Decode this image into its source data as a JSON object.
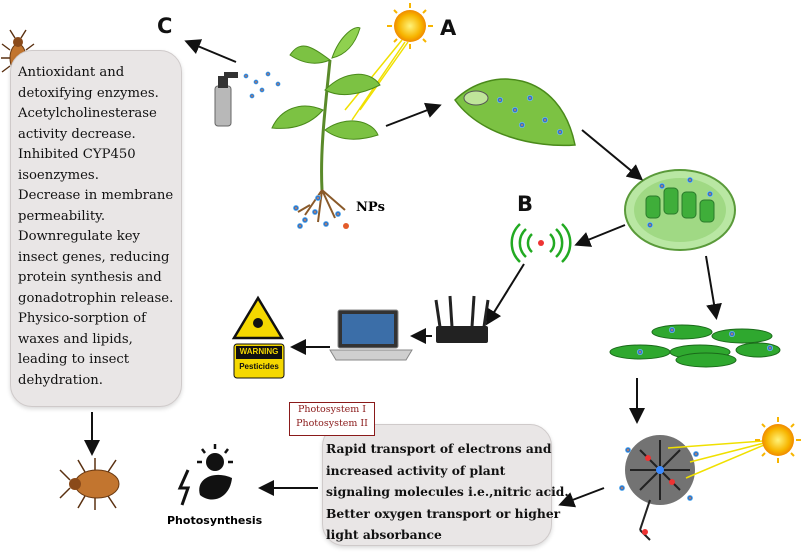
{
  "labels": {
    "a": "A",
    "b": "B",
    "c": "C",
    "nps": "NPs",
    "photosynthesis": "Photosynthesis"
  },
  "left_panel_lines": [
    "Antioxidant and",
    "detoxifying enzymes.",
    "Acetylcholinesterase",
    "activity decrease.",
    "Inhibited CYP450",
    " isoenzymes.",
    "Decrease in membrane",
    "permeability.",
    "Downregulate key",
    " insect  genes, reducing",
    "protein synthesis and",
    "gonadotrophin release.",
    "Physico-sorption of",
    "waxes and lipids,",
    "leading to insect",
    "dehydration."
  ],
  "bottom_panel_lines": [
    "Rapid transport of electrons and",
    "increased activity of plant",
    "signaling molecules i.e.,nitric acid.",
    "Better oxygen transport or higher",
    "light absorbance"
  ],
  "photosystems": [
    "Photosystem I",
    "Photosystem II"
  ],
  "warning_sign": {
    "title": "WARNING",
    "subtitle": "Pesticides"
  },
  "icons": [
    "insect-icon",
    "sun-icon",
    "spray-bottle-icon",
    "plant-icon",
    "leaf-icon",
    "chloroplast-icon",
    "wifi-signal-icon",
    "router-icon",
    "laptop-icon",
    "warning-sign-icon",
    "thylakoid-icon",
    "chlorophyll-molecule-icon",
    "photosynthesis-icon"
  ],
  "colors": {
    "panel": "#e9e6e6",
    "arrow": "#111111",
    "leaf": "#7cc243",
    "thylakoid": "#2fa82f",
    "signal": "#22aa22",
    "sun": "#f7b500",
    "warning": "#f5d800"
  }
}
